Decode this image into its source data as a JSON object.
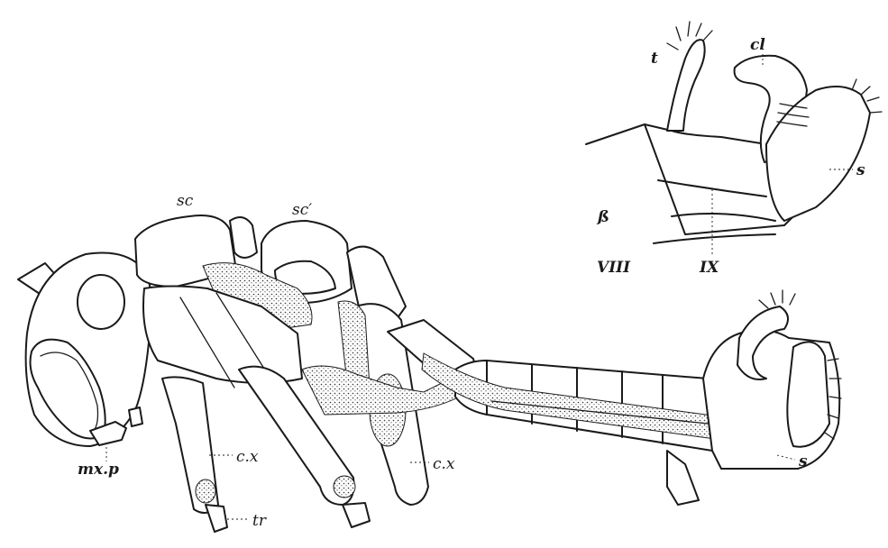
{
  "labels": {
    "sc": "sc",
    "sc_prime": "sc′",
    "mxp": "mx.p",
    "cx_left": "c.x",
    "cx_right": "c.x",
    "tr": "tr",
    "s_main": "s",
    "t": "t",
    "cl": "cl",
    "beta": "ß",
    "viii": "VIII",
    "ix": "IX",
    "s_inset": "s"
  }
}
